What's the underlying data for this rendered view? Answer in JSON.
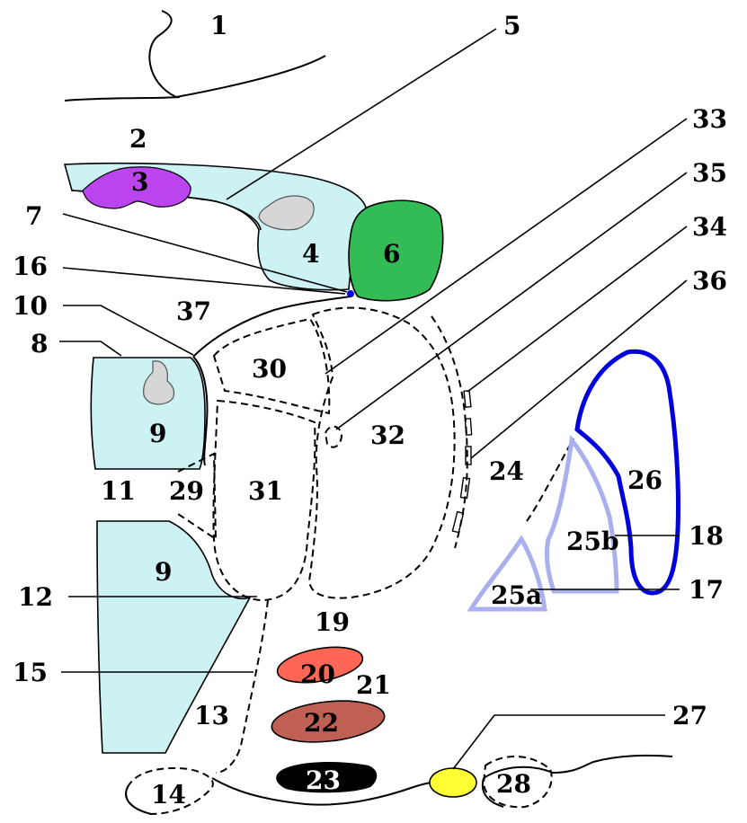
{
  "colors": {
    "background": "#ffffff",
    "light_cyan": "#ccf2f4",
    "purple": "#bb44ee",
    "green": "#33bb55",
    "red": "#ff6655",
    "brown_red": "#c06055",
    "yellow": "#ffff33",
    "blue": "#0000dd",
    "lavender": "#aab0ee",
    "stipple": "#d8d8d8",
    "line": "#000000"
  },
  "labels": {
    "l1": "1",
    "l2": "2",
    "l3": "3",
    "l4": "4",
    "l5": "5",
    "l6": "6",
    "l7": "7",
    "l8": "8",
    "l9a": "9",
    "l9b": "9",
    "l10": "10",
    "l11": "11",
    "l12": "12",
    "l13": "13",
    "l14": "14",
    "l15": "15",
    "l16": "16",
    "l17": "17",
    "l18": "18",
    "l19": "19",
    "l20": "20",
    "l21": "21",
    "l22": "22",
    "l23": "23",
    "l24": "24",
    "l25a": "25a",
    "l25b": "25b",
    "l26": "26",
    "l27": "27",
    "l28": "28",
    "l29": "29",
    "l30": "30",
    "l31": "31",
    "l32": "32",
    "l33": "33",
    "l34": "34",
    "l35": "35",
    "l36": "36",
    "l37": "37"
  }
}
